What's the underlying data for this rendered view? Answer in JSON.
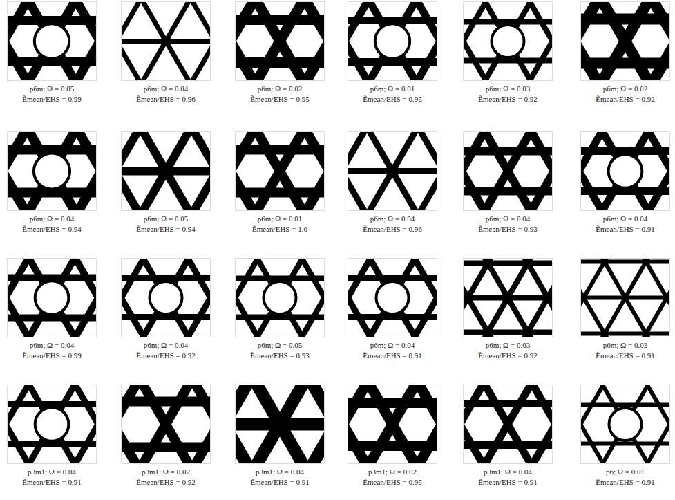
{
  "diagram": {
    "labels": [
      "p6m; Ω = 0.05",
      "Ẽmean/EHS = 0.99",
      "p6m; Ω = 0.04",
      "Ẽmean/EHS = 0.96",
      "p6m; Ω = 0.02",
      "Ẽmean/EHS = 0.95",
      "p6m; Ω = 0.01",
      "Ẽmean/EHS = 0.95",
      "p6m; Ω = 0.03",
      "Ẽmean/EHS = 0.92",
      "p6m; Ω = 0.02",
      "Ẽmean/EHS = 0.92",
      "p6m; Ω = 0.04",
      "Ẽmean/EHS = 0.94",
      "p6m; Ω = 0.05",
      "Ẽmean/EHS = 0.94",
      "p6m; Ω = 0.01",
      "Ẽmean/EHS = 1.0",
      "p6m; Ω = 0.04",
      "Ẽmean/EHS = 0.96",
      "p6m; Ω = 0.04",
      "Ẽmean/EHS = 0.93",
      "p6m; Ω = 0.04",
      "Ẽmean/EHS = 0.91",
      "p6m; Ω = 0.04",
      "Ẽmean/EHS = 0.99",
      "p6m; Ω = 0.04",
      "Ẽmean/EHS = 0.92",
      "p6m; Ω = 0.05",
      "Ẽmean/EHS = 0.93",
      "p6m; Ω = 0.04",
      "Ẽmean/EHS = 0.91",
      "p6m; Ω = 0.03",
      "Ẽmean/EHS = 0.92",
      "p6m; Ω = 0.03",
      "Ẽmean/EHS = 0.91",
      "p3m1; Ω = 0.04",
      "Ẽmean/EHS = 0.91",
      "p3m1; Ω = 0.02",
      "Ẽmean/EHS = 0.92",
      "p3m1; Ω = 0.04",
      "Ẽmean/EHS = 0.91",
      "p3m1; Ω = 0.02",
      "Ẽmean/EHS = 0.95",
      "p3m1; Ω = 0.04",
      "Ẽmean/EHS = 0.91",
      "p6; Ω = 0.01",
      "Ẽmean/EHS = 0.91"
    ]
  }
}
